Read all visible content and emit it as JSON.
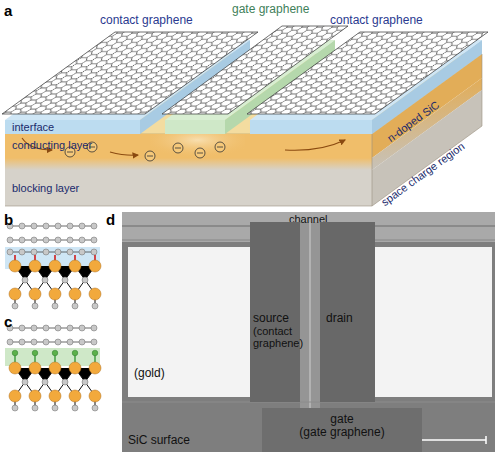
{
  "diagram": {
    "nodes": [
      {
        "text": [
          "(gold)"
        ]
      },
      {
        "text": [
          "source",
          "(contact graphene)"
        ]
      },
      {
        "text": [
          "drain"
        ]
      },
      {
        "text": [
          "gate",
          "(gate graphene)"
        ]
      }
    ],
    "labels": [
      "a",
      "contact graphene",
      "gate graphene",
      "contact graphene",
      "interface",
      "conducting layer",
      "n-doped SiC",
      "space charge region",
      "blocking layer",
      "b",
      "c",
      "d",
      "channel",
      "SiC surface"
    ]
  }
}
